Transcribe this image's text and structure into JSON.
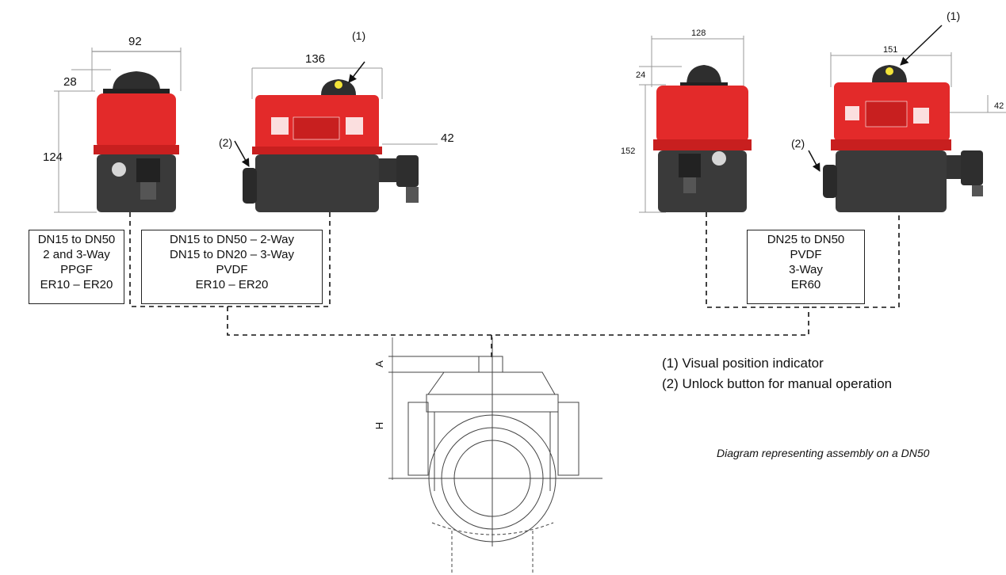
{
  "dimensions": {
    "a1_width": "92",
    "a1_cap": "28",
    "a1_height": "124",
    "a2_width": "136",
    "a2_side": "42",
    "a3_width": "128",
    "a3_cap": "24",
    "a3_height": "152",
    "a4_width": "151",
    "a4_side": "42"
  },
  "callouts": {
    "indicator": "(1)",
    "unlock": "(2)"
  },
  "boxes": [
    {
      "lines": [
        "DN15 to DN50",
        "2 and 3-Way",
        "PPGF",
        "ER10 – ER20"
      ]
    },
    {
      "lines": [
        "DN15 to DN50 – 2-Way",
        "DN15 to DN20 – 3-Way",
        "PVDF",
        "ER10 – ER20"
      ]
    },
    {
      "lines": [
        "DN25 to DN50",
        "PVDF",
        "3-Way",
        "ER60"
      ]
    }
  ],
  "valve_labels": {
    "a": "A",
    "h": "H"
  },
  "legend": [
    "(1) Visual position indicator",
    "(2) Unlock button for manual operation"
  ],
  "caption": "Diagram representing assembly on a  DN50",
  "colors": {
    "housing_red": "#e32a2a",
    "base_dark": "#3a3a3a",
    "cap_dark": "#2e2e2e",
    "indicator_yellow": "#f2e33a"
  }
}
